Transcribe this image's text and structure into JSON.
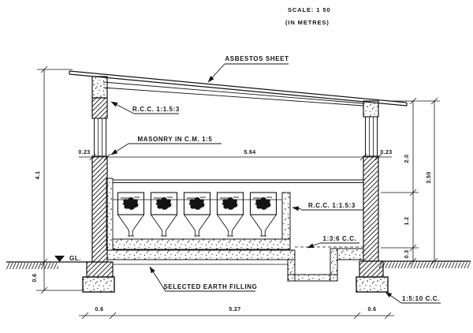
{
  "scale_note": {
    "line1": "SCALE: 1 50",
    "line2": "(IN METRES)"
  },
  "labels": {
    "asbestos_sheet": "ASBESTOS SHEET",
    "rcc_roof": "R.C.C. 1:1.5:3",
    "masonry": "MASONRY IN C.M. 1:5",
    "rcc_platform": "R.C.C. 1:1.5:3",
    "cc_136": "1:3:6 C.C.",
    "cc_1510": "1:5:10 C.C.",
    "earth_filling": "SELECTED EARTH FILLING",
    "ground_level": "GL."
  },
  "dims": {
    "left_wall_thickness": "0.23",
    "clear_span": "5.64",
    "right_wall_thickness": "0.23",
    "overall_height": "4.1",
    "eave_to_platform": "2.0",
    "wall_height": "3.50",
    "platform_height": "1.2",
    "plinth_height": "0.3",
    "foundation_depth": "0.6",
    "left_footing_width": "0.6",
    "base_length": "5.27",
    "right_footing_width": "0.6"
  },
  "drawing": {
    "type": "building cross-section",
    "feed_hopper_count": 5,
    "colors": {
      "ink": "#141414",
      "paper": "#ffffff"
    }
  }
}
